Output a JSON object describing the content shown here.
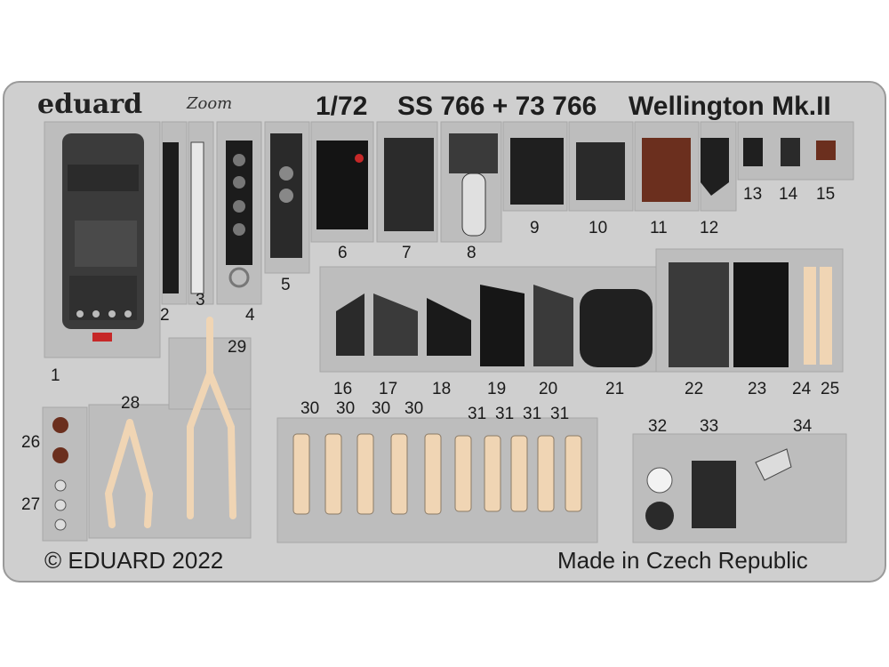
{
  "header": {
    "brand": "eduard",
    "zoom_mark": "Zoom",
    "scale": "1/72",
    "code": "SS 766 + 73 766",
    "model": "Wellington Mk.II"
  },
  "footer": {
    "copyright": "© EDUARD 2022",
    "origin": "Made in Czech Republic"
  },
  "part_numbers": [
    "1",
    "2",
    "3",
    "4",
    "5",
    "6",
    "7",
    "8",
    "9",
    "10",
    "11",
    "12",
    "13",
    "14",
    "15",
    "16",
    "17",
    "18",
    "19",
    "20",
    "21",
    "22",
    "23",
    "24",
    "25",
    "26",
    "27",
    "28",
    "29",
    "30",
    "30",
    "30",
    "30",
    "31",
    "31",
    "31",
    "31",
    "32",
    "33",
    "34"
  ],
  "colors": {
    "fret": "#cfcfcf",
    "fret_edge": "#9c9c9c",
    "panel_black": "#1c1c1c",
    "panel_dark": "#3c3c3c",
    "belt": "#f0d5b4",
    "brown": "#6b2f1e",
    "red": "#c62828"
  }
}
